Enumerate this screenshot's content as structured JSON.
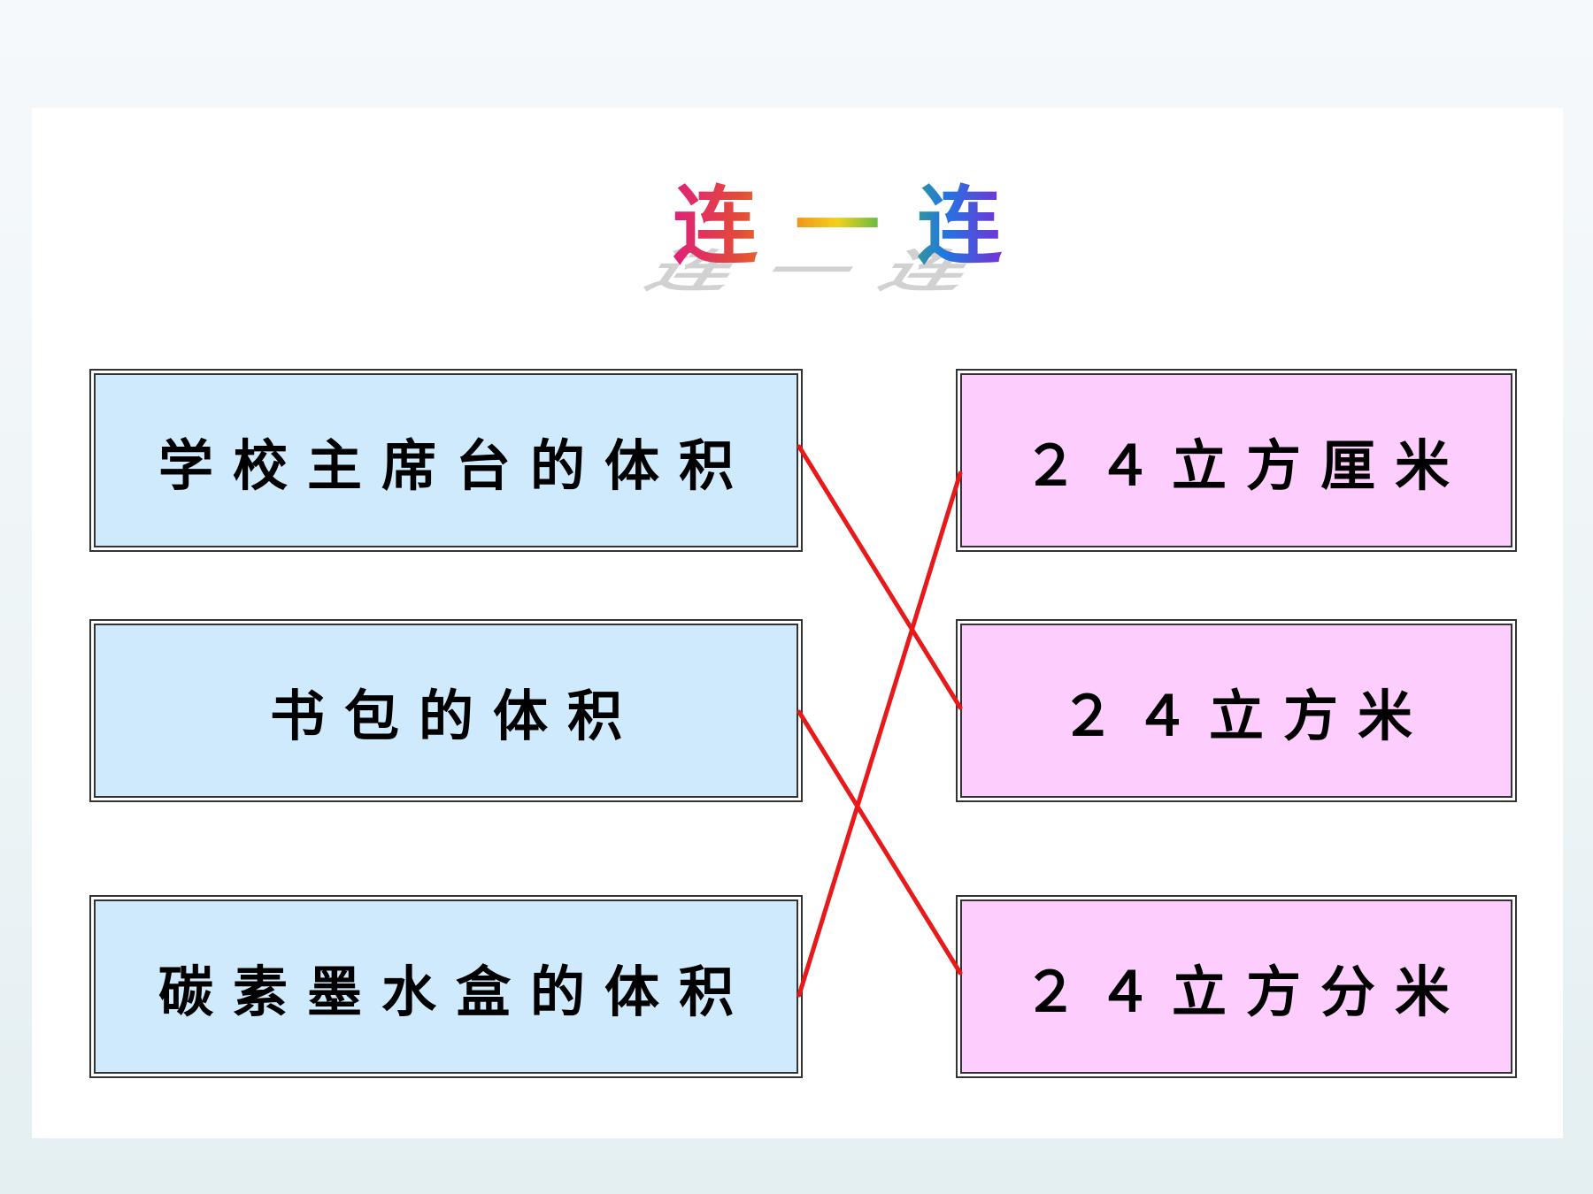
{
  "title": "连一连",
  "left_items": [
    {
      "label": "学校主席台的体积"
    },
    {
      "label": "书包的体积"
    },
    {
      "label": "碳素墨水盒的体积"
    }
  ],
  "right_items": [
    {
      "label": "２４立方厘米"
    },
    {
      "label": "２４立方米"
    },
    {
      "label": "２４立方分米"
    }
  ],
  "connections": [
    {
      "from": 0,
      "to": 1
    },
    {
      "from": 1,
      "to": 2
    },
    {
      "from": 2,
      "to": 0
    }
  ],
  "colors": {
    "left_box": "#cfeafd",
    "right_box": "#fccdfd",
    "connector_line": "#e8191a"
  }
}
